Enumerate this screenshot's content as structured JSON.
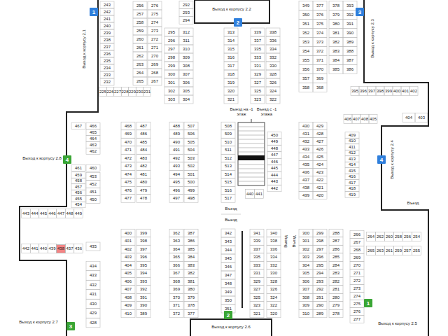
{
  "diagram": {
    "nodes": [
      {
        "text": [
          "1"
        ]
      },
      {
        "text": [
          "2"
        ]
      },
      {
        "text": [
          "3"
        ]
      },
      {
        "text": [
          "4"
        ]
      },
      {
        "text": [
          "4"
        ]
      },
      {
        "text": [
          "438"
        ]
      },
      {
        "text": [
          "1"
        ]
      },
      {
        "text": [
          "2"
        ]
      },
      {
        "text": [
          "3"
        ]
      }
    ],
    "labels": [
      "243",
      "242",
      "241",
      "240",
      "239",
      "238",
      "237",
      "236",
      "235",
      "234",
      "233",
      "232",
      "225",
      "226",
      "227",
      "228",
      "229",
      "230",
      "231",
      "256",
      "257",
      "258",
      "259",
      "260",
      "261",
      "262",
      "263",
      "264",
      "265",
      "276",
      "275",
      "274",
      "273",
      "272",
      "271",
      "270",
      "269",
      "268",
      "267",
      "292",
      "293",
      "294",
      "295",
      "296",
      "297",
      "298",
      "299",
      "300",
      "301",
      "302",
      "303",
      "312",
      "311",
      "310",
      "309",
      "308",
      "307",
      "306",
      "305",
      "304",
      "313",
      "314",
      "315",
      "316",
      "317",
      "318",
      "319",
      "320",
      "321",
      "339",
      "337",
      "335",
      "333",
      "331",
      "329",
      "327",
      "325",
      "323",
      "338",
      "336",
      "334",
      "332",
      "330",
      "328",
      "326",
      "324",
      "322",
      "349",
      "350",
      "351",
      "352",
      "353",
      "354",
      "355",
      "356",
      "357",
      "358",
      "377",
      "376",
      "375",
      "374",
      "373",
      "372",
      "371",
      "370",
      "369",
      "368",
      "378",
      "379",
      "380",
      "381",
      "382",
      "383",
      "384",
      "385",
      "393",
      "392",
      "391",
      "390",
      "389",
      "388",
      "387",
      "386",
      "395",
      "396",
      "397",
      "398",
      "399",
      "400",
      "401",
      "402",
      "406",
      "407",
      "408",
      "405",
      "404",
      "403",
      "Выход к корпусу 2.1",
      "Выход к корпусу 2.2",
      "Выход к корпусу 2.3",
      "Выезд на -1 этаж",
      "Въезд с -1 этажа",
      "467",
      "466",
      "465",
      "464",
      "463",
      "462",
      "461",
      "460",
      "459",
      "458",
      "457",
      "456",
      "455",
      "454",
      "453",
      "452",
      "451",
      "450",
      "Выход к корпусу 2.8",
      "468",
      "469",
      "470",
      "471",
      "472",
      "473",
      "474",
      "475",
      "476",
      "477",
      "487",
      "486",
      "485",
      "484",
      "483",
      "482",
      "481",
      "480",
      "479",
      "478",
      "488",
      "489",
      "490",
      "491",
      "492",
      "493",
      "494",
      "495",
      "496",
      "497",
      "507",
      "506",
      "505",
      "504",
      "503",
      "502",
      "501",
      "500",
      "499",
      "498",
      "508",
      "509",
      "510",
      "511",
      "512",
      "513",
      "514",
      "515",
      "516",
      "517",
      "450",
      "449",
      "448",
      "447",
      "446",
      "445",
      "444",
      "443",
      "442",
      "440",
      "441",
      "430",
      "431",
      "432",
      "433",
      "434",
      "435",
      "436",
      "437",
      "438",
      "439",
      "429",
      "428",
      "427",
      "426",
      "425",
      "424",
      "423",
      "422",
      "421",
      "420",
      "409",
      "410",
      "411",
      "412",
      "413",
      "414",
      "415",
      "416",
      "417",
      "418",
      "419",
      "Выход к корпусу 2.4",
      "Въезд",
      "Выезд",
      "Въезд",
      "443",
      "444",
      "445",
      "446",
      "447",
      "448",
      "449",
      "442",
      "441",
      "440",
      "439",
      "437",
      "436",
      "435",
      "434",
      "433",
      "432",
      "431",
      "430",
      "429",
      "428",
      "Выход к корпусу 2.7",
      "Выезд",
      "Въезд",
      "400",
      "401",
      "402",
      "403",
      "404",
      "405",
      "406",
      "407",
      "408",
      "409",
      "410",
      "399",
      "398",
      "397",
      "396",
      "395",
      "394",
      "393",
      "392",
      "391",
      "390",
      "389",
      "362",
      "363",
      "364",
      "365",
      "366",
      "367",
      "368",
      "369",
      "370",
      "371",
      "372",
      "387",
      "386",
      "385",
      "384",
      "383",
      "382",
      "381",
      "380",
      "379",
      "378",
      "377",
      "342",
      "343",
      "344",
      "345",
      "346",
      "347",
      "348",
      "349",
      "350",
      "351",
      "341",
      "339",
      "337",
      "335",
      "333",
      "331",
      "329",
      "327",
      "325",
      "323",
      "321",
      "340",
      "338",
      "336",
      "334",
      "332",
      "330",
      "328",
      "326",
      "324",
      "322",
      "320",
      "300",
      "301",
      "302",
      "303",
      "304",
      "305",
      "306",
      "307",
      "308",
      "309",
      "310",
      "299",
      "298",
      "297",
      "296",
      "295",
      "294",
      "293",
      "292",
      "291",
      "290",
      "289",
      "288",
      "287",
      "286",
      "285",
      "284",
      "283",
      "282",
      "281",
      "280",
      "279",
      "278",
      "266",
      "267",
      "268",
      "269",
      "270",
      "271",
      "272",
      "273",
      "274",
      "275",
      "276",
      "277",
      "264",
      "262",
      "260",
      "258",
      "256",
      "254",
      "265",
      "263",
      "261",
      "259",
      "257",
      "255",
      "Выход к корпусу 2.6",
      "Выход к корпусу 2.5"
    ]
  }
}
